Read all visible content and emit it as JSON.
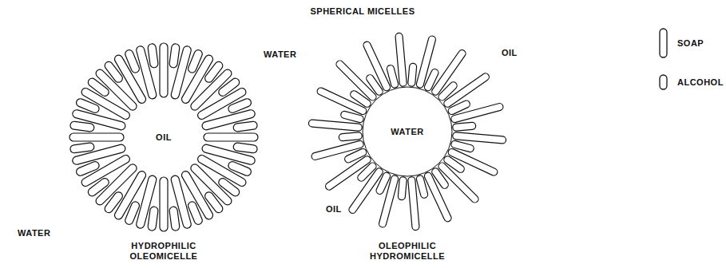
{
  "diagram": {
    "title": "SPHERICAL MICELLES",
    "nodes": [
      {
        "text": [
          "OIL"
        ]
      },
      {
        "text": [
          "WATER"
        ]
      }
    ],
    "labels": [
      "WATER",
      "WATER",
      "HYDROPHILIC OLEOMICELLE",
      "OIL",
      "OIL",
      "OLEOPHILIC HYDROMICELLE"
    ],
    "legend": [
      {
        "text": "SOAP"
      },
      {
        "text": "ALCOHOL"
      }
    ]
  }
}
